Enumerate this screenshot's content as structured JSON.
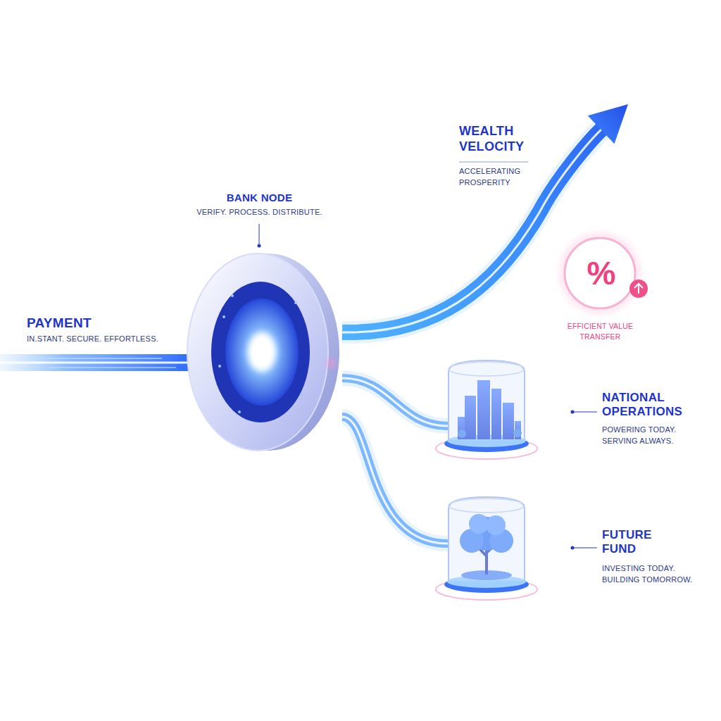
{
  "diagram": {
    "nodes": [
      {
        "text": [
          "PAYMENT",
          "IN.STANT. SECURE. EFFORTLESS."
        ]
      },
      {
        "text": [
          "BANK NODE",
          "VERIFY. PROCESS. DISTRIBUTE."
        ]
      },
      {
        "text": [
          "WEALTH VELOCITY",
          "ACCELERATING PROSPERITY"
        ]
      },
      {
        "text": [
          "NATIONAL OPERATIONS",
          "POWERING TODAY. SERVING ALWAYS."
        ]
      },
      {
        "text": [
          "FUTURE FUND",
          "INVESTING TODAY. BUILDING TOMORROW."
        ]
      }
    ],
    "edges": [
      {
        "from": 0,
        "to": 1,
        "arrow": "none"
      },
      {
        "from": 1,
        "to": 2,
        "arrow": "to"
      },
      {
        "from": 1,
        "to": 3,
        "arrow": "none"
      },
      {
        "from": 1,
        "to": 4,
        "arrow": "none"
      }
    ],
    "labels": [
      "%",
      "EFFICIENT VALUE TRANSFER"
    ]
  }
}
